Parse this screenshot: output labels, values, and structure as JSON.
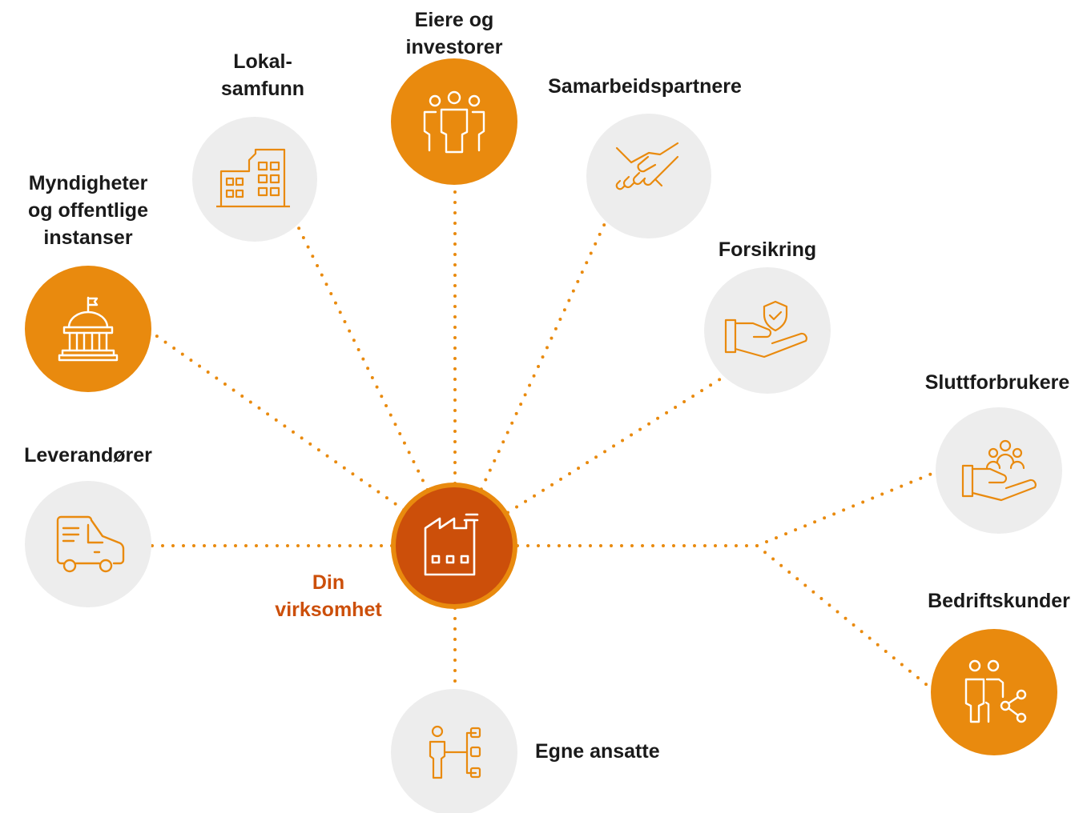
{
  "center": {
    "label": "Din\nvirksomhet",
    "icon": "factory-icon"
  },
  "stakeholders": [
    {
      "key": "myndigheter",
      "label": "Myndigheter\nog offentlige\ninstanser",
      "icon": "government-building-icon",
      "highlight": true
    },
    {
      "key": "lokalsamfunn",
      "label": "Lokal-\nsamfunn",
      "icon": "office-buildings-icon",
      "highlight": false
    },
    {
      "key": "eiere",
      "label": "Eiere og\ninvestorer",
      "icon": "people-group-icon",
      "highlight": true
    },
    {
      "key": "samarbeid",
      "label": "Samarbeidspartnere",
      "icon": "handshake-icon",
      "highlight": false
    },
    {
      "key": "forsikring",
      "label": "Forsikring",
      "icon": "shield-hand-icon",
      "highlight": false
    },
    {
      "key": "sluttforbrukere",
      "label": "Sluttforbrukere",
      "icon": "people-hand-icon",
      "highlight": false
    },
    {
      "key": "bedriftskunder",
      "label": "Bedriftskunder",
      "icon": "people-share-icon",
      "highlight": true
    },
    {
      "key": "ansatte",
      "label": "Egne ansatte",
      "icon": "person-org-chart-icon",
      "highlight": false
    },
    {
      "key": "leverandorer",
      "label": "Leverandører",
      "icon": "delivery-van-icon",
      "highlight": false
    }
  ],
  "colors": {
    "accent": "#e98a0e",
    "center_fill": "#cc4f0a",
    "center_ring": "#e98a0e",
    "node_grey": "#ededed",
    "center_label": "#cc4f0a",
    "line": "#e98a0e"
  }
}
